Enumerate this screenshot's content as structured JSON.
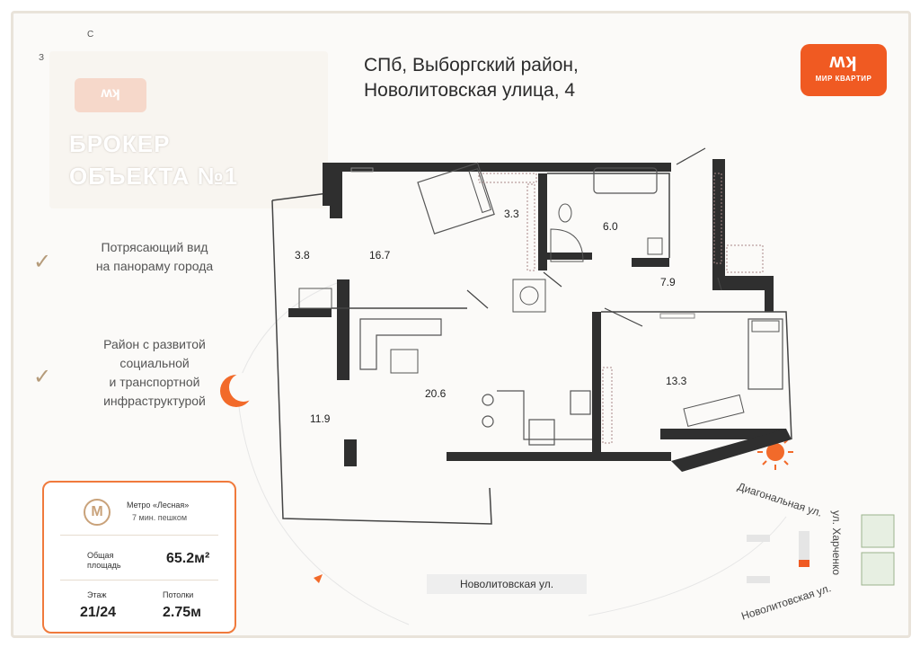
{
  "address": {
    "line1": "СПб, Выборгский район,",
    "line2": "Новолитовская улица, 4"
  },
  "logo": {
    "name": "МИР КВАРТИР",
    "mark": "ʍʞ"
  },
  "broker": {
    "line1": "БРОКЕР",
    "line2": "ОБЪЕКТА №1"
  },
  "compass": {
    "north": "С",
    "west": "З"
  },
  "features": [
    {
      "lines": [
        "Потрясающий вид",
        "на панораму города"
      ]
    },
    {
      "lines": [
        "Район с развитой",
        "социальной",
        "и транспортной",
        "инфраструктурой"
      ]
    }
  ],
  "info": {
    "metro_glyph": "М",
    "metro_name": "Метро «Лесная»",
    "metro_time": "7 мин. пешком",
    "area_label_1": "Общая",
    "area_label_2": "площадь",
    "area_value": "65.2м²",
    "floor_label": "Этаж",
    "floor_value": "21/24",
    "ceiling_label": "Потолки",
    "ceiling_value": "2.75м"
  },
  "rooms": [
    "3.8",
    "16.7",
    "3.3",
    "6.0",
    "7.9",
    "20.6",
    "11.9",
    "13.3"
  ],
  "streets": {
    "main": "Новолитовская ул.",
    "diagonal": "Диагональная ул.",
    "harchenko": "ул. Харченко",
    "novolitovskaya_map": "Новолитовская ул."
  },
  "colors": {
    "accent": "#f05a22",
    "wall": "#2f2f2f",
    "frame": "#e9e3da"
  }
}
